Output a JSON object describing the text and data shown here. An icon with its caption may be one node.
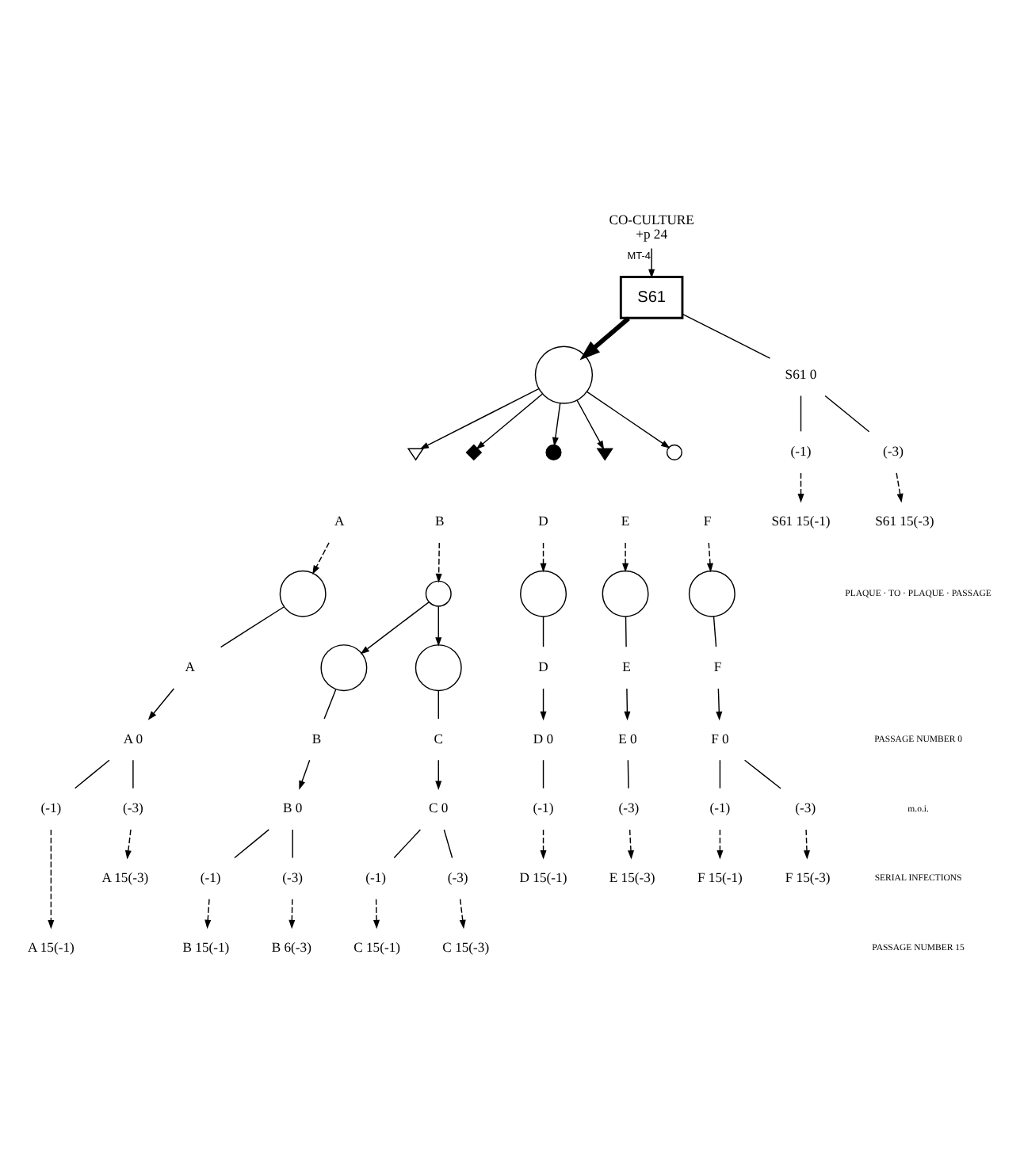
{
  "diagram": {
    "nodes": [
      {
        "text": [
          "CO-CULTURE",
          "+p 24"
        ]
      },
      {
        "text": [
          "S61"
        ]
      },
      {
        "text": [],
        "shape": "circle"
      },
      {
        "text": [],
        "shape": "triangle"
      },
      {
        "text": [],
        "shape": "diamond"
      },
      {
        "text": [],
        "shape": "circle"
      },
      {
        "text": [],
        "shape": "triangle"
      },
      {
        "text": [],
        "shape": "circle"
      },
      {
        "text": [
          "A"
        ]
      },
      {
        "text": [
          "B"
        ]
      },
      {
        "text": [
          "D"
        ]
      },
      {
        "text": [
          "E"
        ]
      },
      {
        "text": [
          "F"
        ]
      },
      {
        "text": [],
        "shape": "circle"
      },
      {
        "text": [],
        "shape": "circle"
      },
      {
        "text": [],
        "shape": "circle"
      },
      {
        "text": [],
        "shape": "circle"
      },
      {
        "text": [],
        "shape": "circle"
      },
      {
        "text": [],
        "shape": "circle"
      },
      {
        "text": [],
        "shape": "circle"
      },
      {
        "text": [
          "A"
        ]
      },
      {
        "text": [
          "B"
        ]
      },
      {
        "text": [
          "C"
        ]
      },
      {
        "text": [
          "D"
        ]
      },
      {
        "text": [
          "E"
        ]
      },
      {
        "text": [
          "F"
        ]
      },
      {
        "text": [
          "A 0"
        ]
      },
      {
        "text": [
          "B 0"
        ]
      },
      {
        "text": [
          "C 0"
        ]
      },
      {
        "text": [
          "D 0"
        ]
      },
      {
        "text": [
          "E 0"
        ]
      },
      {
        "text": [
          "F 0"
        ]
      },
      {
        "text": [
          "S61 0"
        ]
      },
      {
        "text": [
          "(-1)"
        ]
      },
      {
        "text": [
          "(-3)"
        ]
      },
      {
        "text": [
          "(-1)"
        ]
      },
      {
        "text": [
          "(-3)"
        ]
      },
      {
        "text": [
          "(-1)"
        ]
      },
      {
        "text": [
          "(-3)"
        ]
      },
      {
        "text": [
          "(-1)"
        ]
      },
      {
        "text": [
          "(-3)"
        ]
      },
      {
        "text": [
          "(-1)"
        ]
      },
      {
        "text": [
          "(-3)"
        ]
      },
      {
        "text": [
          "(-1)"
        ]
      },
      {
        "text": [
          "(-3)"
        ]
      },
      {
        "text": [
          "A 15(-1)"
        ]
      },
      {
        "text": [
          "A 15(-3)"
        ]
      },
      {
        "text": [
          "B 15(-1)"
        ]
      },
      {
        "text": [
          "B 6(-3)"
        ]
      },
      {
        "text": [
          "C 15(-1)"
        ]
      },
      {
        "text": [
          "C 15(-3)"
        ]
      },
      {
        "text": [
          "D 15(-1)"
        ]
      },
      {
        "text": [
          "E 15(-3)"
        ]
      },
      {
        "text": [
          "F 15(-1)"
        ]
      },
      {
        "text": [
          "F 15(-3)"
        ]
      },
      {
        "text": [
          "S61 15(-1)"
        ]
      },
      {
        "text": [
          "S61 15(-3)"
        ]
      }
    ],
    "edges": [
      {
        "from": 0,
        "to": 1,
        "arrow": "to",
        "label": "MT-4"
      },
      {
        "from": 1,
        "to": 2,
        "arrow": "to",
        "style": "thick"
      },
      {
        "from": 2,
        "to": 3,
        "arrow": "to"
      },
      {
        "from": 2,
        "to": 4,
        "arrow": "to"
      },
      {
        "from": 2,
        "to": 5,
        "arrow": "to"
      },
      {
        "from": 2,
        "to": 6,
        "arrow": "to"
      },
      {
        "from": 2,
        "to": 7,
        "arrow": "to"
      },
      {
        "from": 8,
        "to": 14,
        "arrow": "to",
        "style": "dashed"
      },
      {
        "from": 9,
        "to": 13,
        "arrow": "to",
        "style": "dashed"
      },
      {
        "from": 13,
        "to": 15,
        "arrow": "to"
      },
      {
        "from": 13,
        "to": 16,
        "arrow": "to"
      },
      {
        "from": 10,
        "to": 17,
        "arrow": "to",
        "style": "dashed"
      },
      {
        "from": 11,
        "to": 18,
        "arrow": "to",
        "style": "dashed"
      },
      {
        "from": 12,
        "to": 19,
        "arrow": "to",
        "style": "dashed"
      },
      {
        "from": 14,
        "to": 20,
        "arrow": "none"
      },
      {
        "from": 15,
        "to": 21,
        "arrow": "none"
      },
      {
        "from": 16,
        "to": 22,
        "arrow": "none"
      },
      {
        "from": 17,
        "to": 23,
        "arrow": "none"
      },
      {
        "from": 18,
        "to": 24,
        "arrow": "none"
      },
      {
        "from": 19,
        "to": 25,
        "arrow": "none"
      },
      {
        "from": 20,
        "to": 26,
        "arrow": "to"
      },
      {
        "from": 21,
        "to": 27,
        "arrow": "to"
      },
      {
        "from": 22,
        "to": 28,
        "arrow": "to"
      },
      {
        "from": 23,
        "to": 29,
        "arrow": "to"
      },
      {
        "from": 24,
        "to": 30,
        "arrow": "to"
      },
      {
        "from": 25,
        "to": 31,
        "arrow": "to"
      },
      {
        "from": 1,
        "to": 32,
        "arrow": "none"
      },
      {
        "from": 26,
        "to": 33,
        "arrow": "none"
      },
      {
        "from": 26,
        "to": 34,
        "arrow": "none"
      },
      {
        "from": 27,
        "to": 35,
        "arrow": "none"
      },
      {
        "from": 27,
        "to": 36,
        "arrow": "none"
      },
      {
        "from": 28,
        "to": 37,
        "arrow": "none"
      },
      {
        "from": 28,
        "to": 38,
        "arrow": "none"
      },
      {
        "from": 29,
        "to": 39,
        "arrow": "none"
      },
      {
        "from": 30,
        "to": 40,
        "arrow": "none"
      },
      {
        "from": 31,
        "to": 41,
        "arrow": "none"
      },
      {
        "from": 31,
        "to": 42,
        "arrow": "none"
      },
      {
        "from": 32,
        "to": 43,
        "arrow": "none"
      },
      {
        "from": 32,
        "to": 44,
        "arrow": "none"
      },
      {
        "from": 33,
        "to": 45,
        "arrow": "to",
        "style": "dashed"
      },
      {
        "from": 34,
        "to": 46,
        "arrow": "to",
        "style": "dashed"
      },
      {
        "from": 35,
        "to": 47,
        "arrow": "to",
        "style": "dashed"
      },
      {
        "from": 36,
        "to": 48,
        "arrow": "to",
        "style": "dashed"
      },
      {
        "from": 37,
        "to": 49,
        "arrow": "to",
        "style": "dashed"
      },
      {
        "from": 38,
        "to": 50,
        "arrow": "to",
        "style": "dashed"
      },
      {
        "from": 39,
        "to": 51,
        "arrow": "to",
        "style": "dashed"
      },
      {
        "from": 40,
        "to": 52,
        "arrow": "to",
        "style": "dashed"
      },
      {
        "from": 41,
        "to": 53,
        "arrow": "to",
        "style": "dashed"
      },
      {
        "from": 42,
        "to": 54,
        "arrow": "to",
        "style": "dashed"
      },
      {
        "from": 43,
        "to": 55,
        "arrow": "to",
        "style": "dashed"
      },
      {
        "from": 44,
        "to": 56,
        "arrow": "to",
        "style": "dashed"
      }
    ],
    "labels": [
      "PLAQUE · TO · PLAQUE · PASSAGE",
      "PASSAGE NUMBER 0",
      "m.o.i.",
      "SERIAL INFECTIONS",
      "PASSAGE NUMBER 15"
    ]
  }
}
